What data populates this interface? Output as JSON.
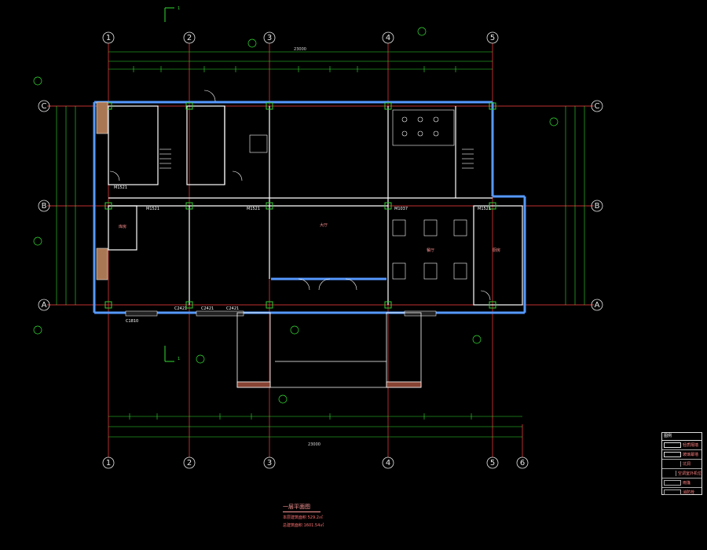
{
  "grid": {
    "columns": [
      "1",
      "2",
      "3",
      "4",
      "5",
      "6"
    ],
    "rows": [
      "A",
      "B",
      "C"
    ]
  },
  "dimensions": {
    "top_overall": "23000",
    "bottom_overall": "23000"
  },
  "section_marks": [
    "1",
    "1"
  ],
  "rooms": {
    "lobby": "大厅",
    "dining": "餐厅",
    "kitchen": "厨房",
    "storage": "库房"
  },
  "doors": [
    "M1521",
    "M1521",
    "M1037",
    "M1521",
    "M1521"
  ],
  "windows": [
    "C1810",
    "C2421",
    "C2421",
    "C2421"
  ],
  "legend": {
    "head": "图例",
    "items": [
      "轻质隔墙",
      "玻璃幕墙",
      "坑洞",
      "空调室外机位",
      "雨篷",
      "消防栓"
    ]
  },
  "drawing_title": "一层平面图",
  "area_lines": [
    "本层建筑面积 529.2㎡",
    "总建筑面积 1601.54㎡"
  ],
  "colors": {
    "background": "#000000",
    "wall": "#5599ff",
    "axis": "#ff4040",
    "dimension": "#33dd33",
    "text": "#ff9090",
    "column": "#33cc33"
  }
}
